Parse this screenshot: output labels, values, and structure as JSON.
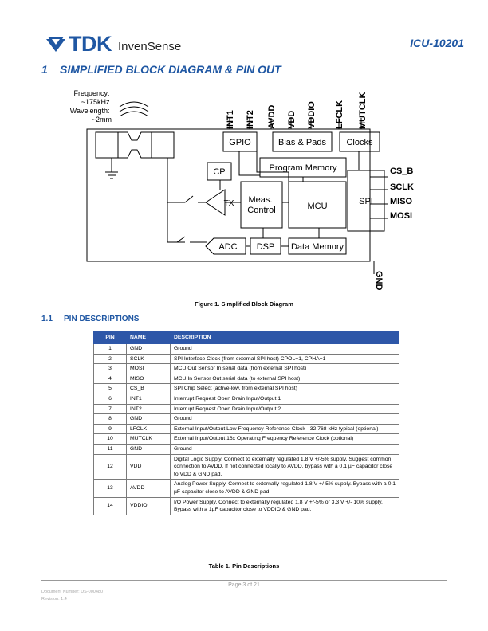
{
  "header": {
    "logo_brand": "TDK",
    "logo_sub": "InvenSense",
    "doc_title": "ICU-10201",
    "brand_color": "#1f57a3"
  },
  "section": {
    "number": "1",
    "title": "SIMPLIFIED BLOCK DIAGRAM & PIN OUT"
  },
  "diagram": {
    "transducer_label": "Frequency:\n~175kHz\nWavelength:\n~2mm",
    "top_pins": [
      "INT1",
      "INT2",
      "AVDD",
      "VDD",
      "VDDIO",
      "LFCLK",
      "MUTCLK"
    ],
    "right_pins": [
      "CS_B",
      "SCLK",
      "MISO",
      "MOSI"
    ],
    "bottom_pin": "GND",
    "blocks": {
      "gpio": "GPIO",
      "bias": "Bias & Pads",
      "clocks": "Clocks",
      "program_memory": "Program Memory",
      "cp": "CP",
      "tx": "TX",
      "meas": "Meas.\nControl",
      "mcu": "MCU",
      "spi": "SPI",
      "adc": "ADC",
      "dsp": "DSP",
      "data_memory": "Data Memory"
    }
  },
  "figure_caption": "Figure 1. Simplified Block Diagram",
  "subsection": {
    "number": "1.1",
    "title": "PIN DESCRIPTIONS"
  },
  "pin_table": {
    "headers": [
      "PIN",
      "NAME",
      "DESCRIPTION"
    ],
    "rows": [
      {
        "pin": "1",
        "name": "GND",
        "desc": "Ground"
      },
      {
        "pin": "2",
        "name": "SCLK",
        "desc": "SPI Interface Clock (from external SPI host) CPOL=1, CPHA=1"
      },
      {
        "pin": "3",
        "name": "MOSI",
        "desc": "MCU Out Sensor In serial data (from external SPI host)"
      },
      {
        "pin": "4",
        "name": "MISO",
        "desc": "MCU In Sensor Out serial data (to external SPI host)"
      },
      {
        "pin": "5",
        "name": "CS_B",
        "desc": "SPI Chip Select (active-low, from external SPI host)"
      },
      {
        "pin": "6",
        "name": "INT1",
        "desc": "Interrupt Request Open Drain Input/Output 1"
      },
      {
        "pin": "7",
        "name": "INT2",
        "desc": "Interrupt Request Open Drain Input/Output 2"
      },
      {
        "pin": "8",
        "name": "GND",
        "desc": "Ground"
      },
      {
        "pin": "9",
        "name": "LFCLK",
        "desc": "External Input/Output Low Frequency Reference Clock - 32.768 kHz typical (optional)"
      },
      {
        "pin": "10",
        "name": "MUTCLK",
        "desc": "External Input/Output 16x Operating Frequency Reference Clock (optional)"
      },
      {
        "pin": "11",
        "name": "GND",
        "desc": "Ground"
      },
      {
        "pin": "12",
        "name": "VDD",
        "desc": "Digital Logic Supply. Connect to externally regulated 1.8 V +/-5% supply. Suggest common connection to AVDD. If not connected locally to AVDD, bypass with a 0.1 µF capacitor close to VDD & GND pad."
      },
      {
        "pin": "13",
        "name": "AVDD",
        "desc": "Analog Power Supply. Connect to externally regulated 1.8 V +/-5% supply. Bypass with a 0.1 µF capacitor close to AVDD & GND pad."
      },
      {
        "pin": "14",
        "name": "VDDIO",
        "desc": "I/O Power Supply. Connect to externally regulated 1.8 V +/-5% or 3.3 V +/- 10% supply. Bypass with a 1µF capacitor close to VDDIO & GND pad."
      }
    ]
  },
  "table_caption": "Table 1. Pin Descriptions",
  "footer": {
    "page": "Page 3 of 21",
    "doc_number": "Document Number: DS-000480",
    "revision": "Revision: 1.4"
  }
}
